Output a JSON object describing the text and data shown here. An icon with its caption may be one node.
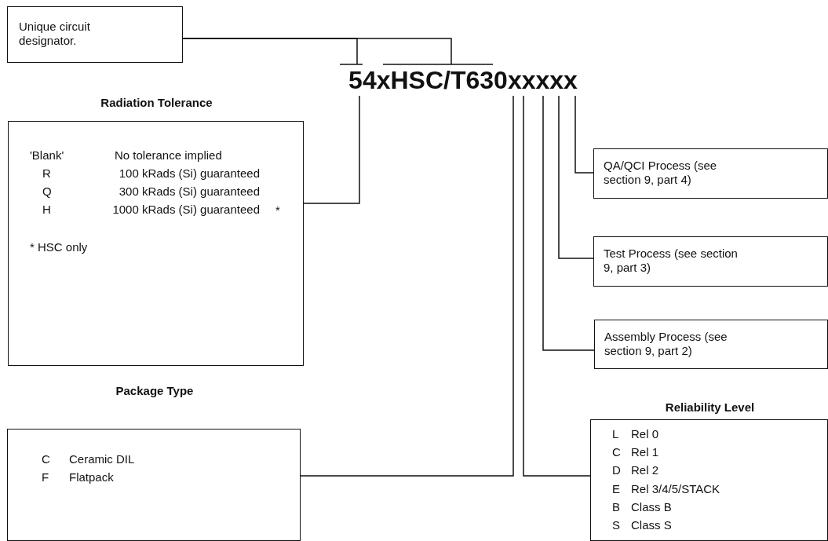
{
  "diagram": {
    "nodes": [
      {
        "text": [
          "Unique circuit designator."
        ]
      },
      {
        "text": [
          "54xHSC/T630xxxxx"
        ]
      },
      {
        "text": [
          "Radiation Tolerance",
          "'Blank'",
          "No tolerance implied",
          "R",
          "100 kRads (Si) guaranteed",
          "Q",
          "300 kRads (Si) guaranteed",
          "H",
          "1000 kRads (Si) guaranteed",
          "*",
          "* HSC only"
        ]
      },
      {
        "text": [
          "QA/QCI Process (see section 9, part 4)"
        ]
      },
      {
        "text": [
          "Test Process (see section 9, part 3)"
        ]
      },
      {
        "text": [
          "Assembly Process (see section 9, part 2)"
        ]
      },
      {
        "text": [
          "Package Type",
          "C",
          "Ceramic DIL",
          "F",
          "Flatpack"
        ]
      },
      {
        "text": [
          "Reliability Level",
          "L",
          "Rel 0",
          "C",
          "Rel 1",
          "D",
          "Rel 2",
          "E",
          "Rel 3/4/5/STACK",
          "B",
          "Class B",
          "S",
          "Class S"
        ]
      }
    ],
    "edges": [
      {
        "from": 0,
        "to": 1,
        "arrow": "none"
      },
      {
        "from": 0,
        "to": 1,
        "arrow": "none"
      },
      {
        "from": 2,
        "to": 1,
        "arrow": "none"
      },
      {
        "from": 3,
        "to": 1,
        "arrow": "none"
      },
      {
        "from": 4,
        "to": 1,
        "arrow": "none"
      },
      {
        "from": 5,
        "to": 1,
        "arrow": "none"
      },
      {
        "from": 6,
        "to": 1,
        "arrow": "none"
      },
      {
        "from": 7,
        "to": 1,
        "arrow": "none"
      }
    ]
  }
}
